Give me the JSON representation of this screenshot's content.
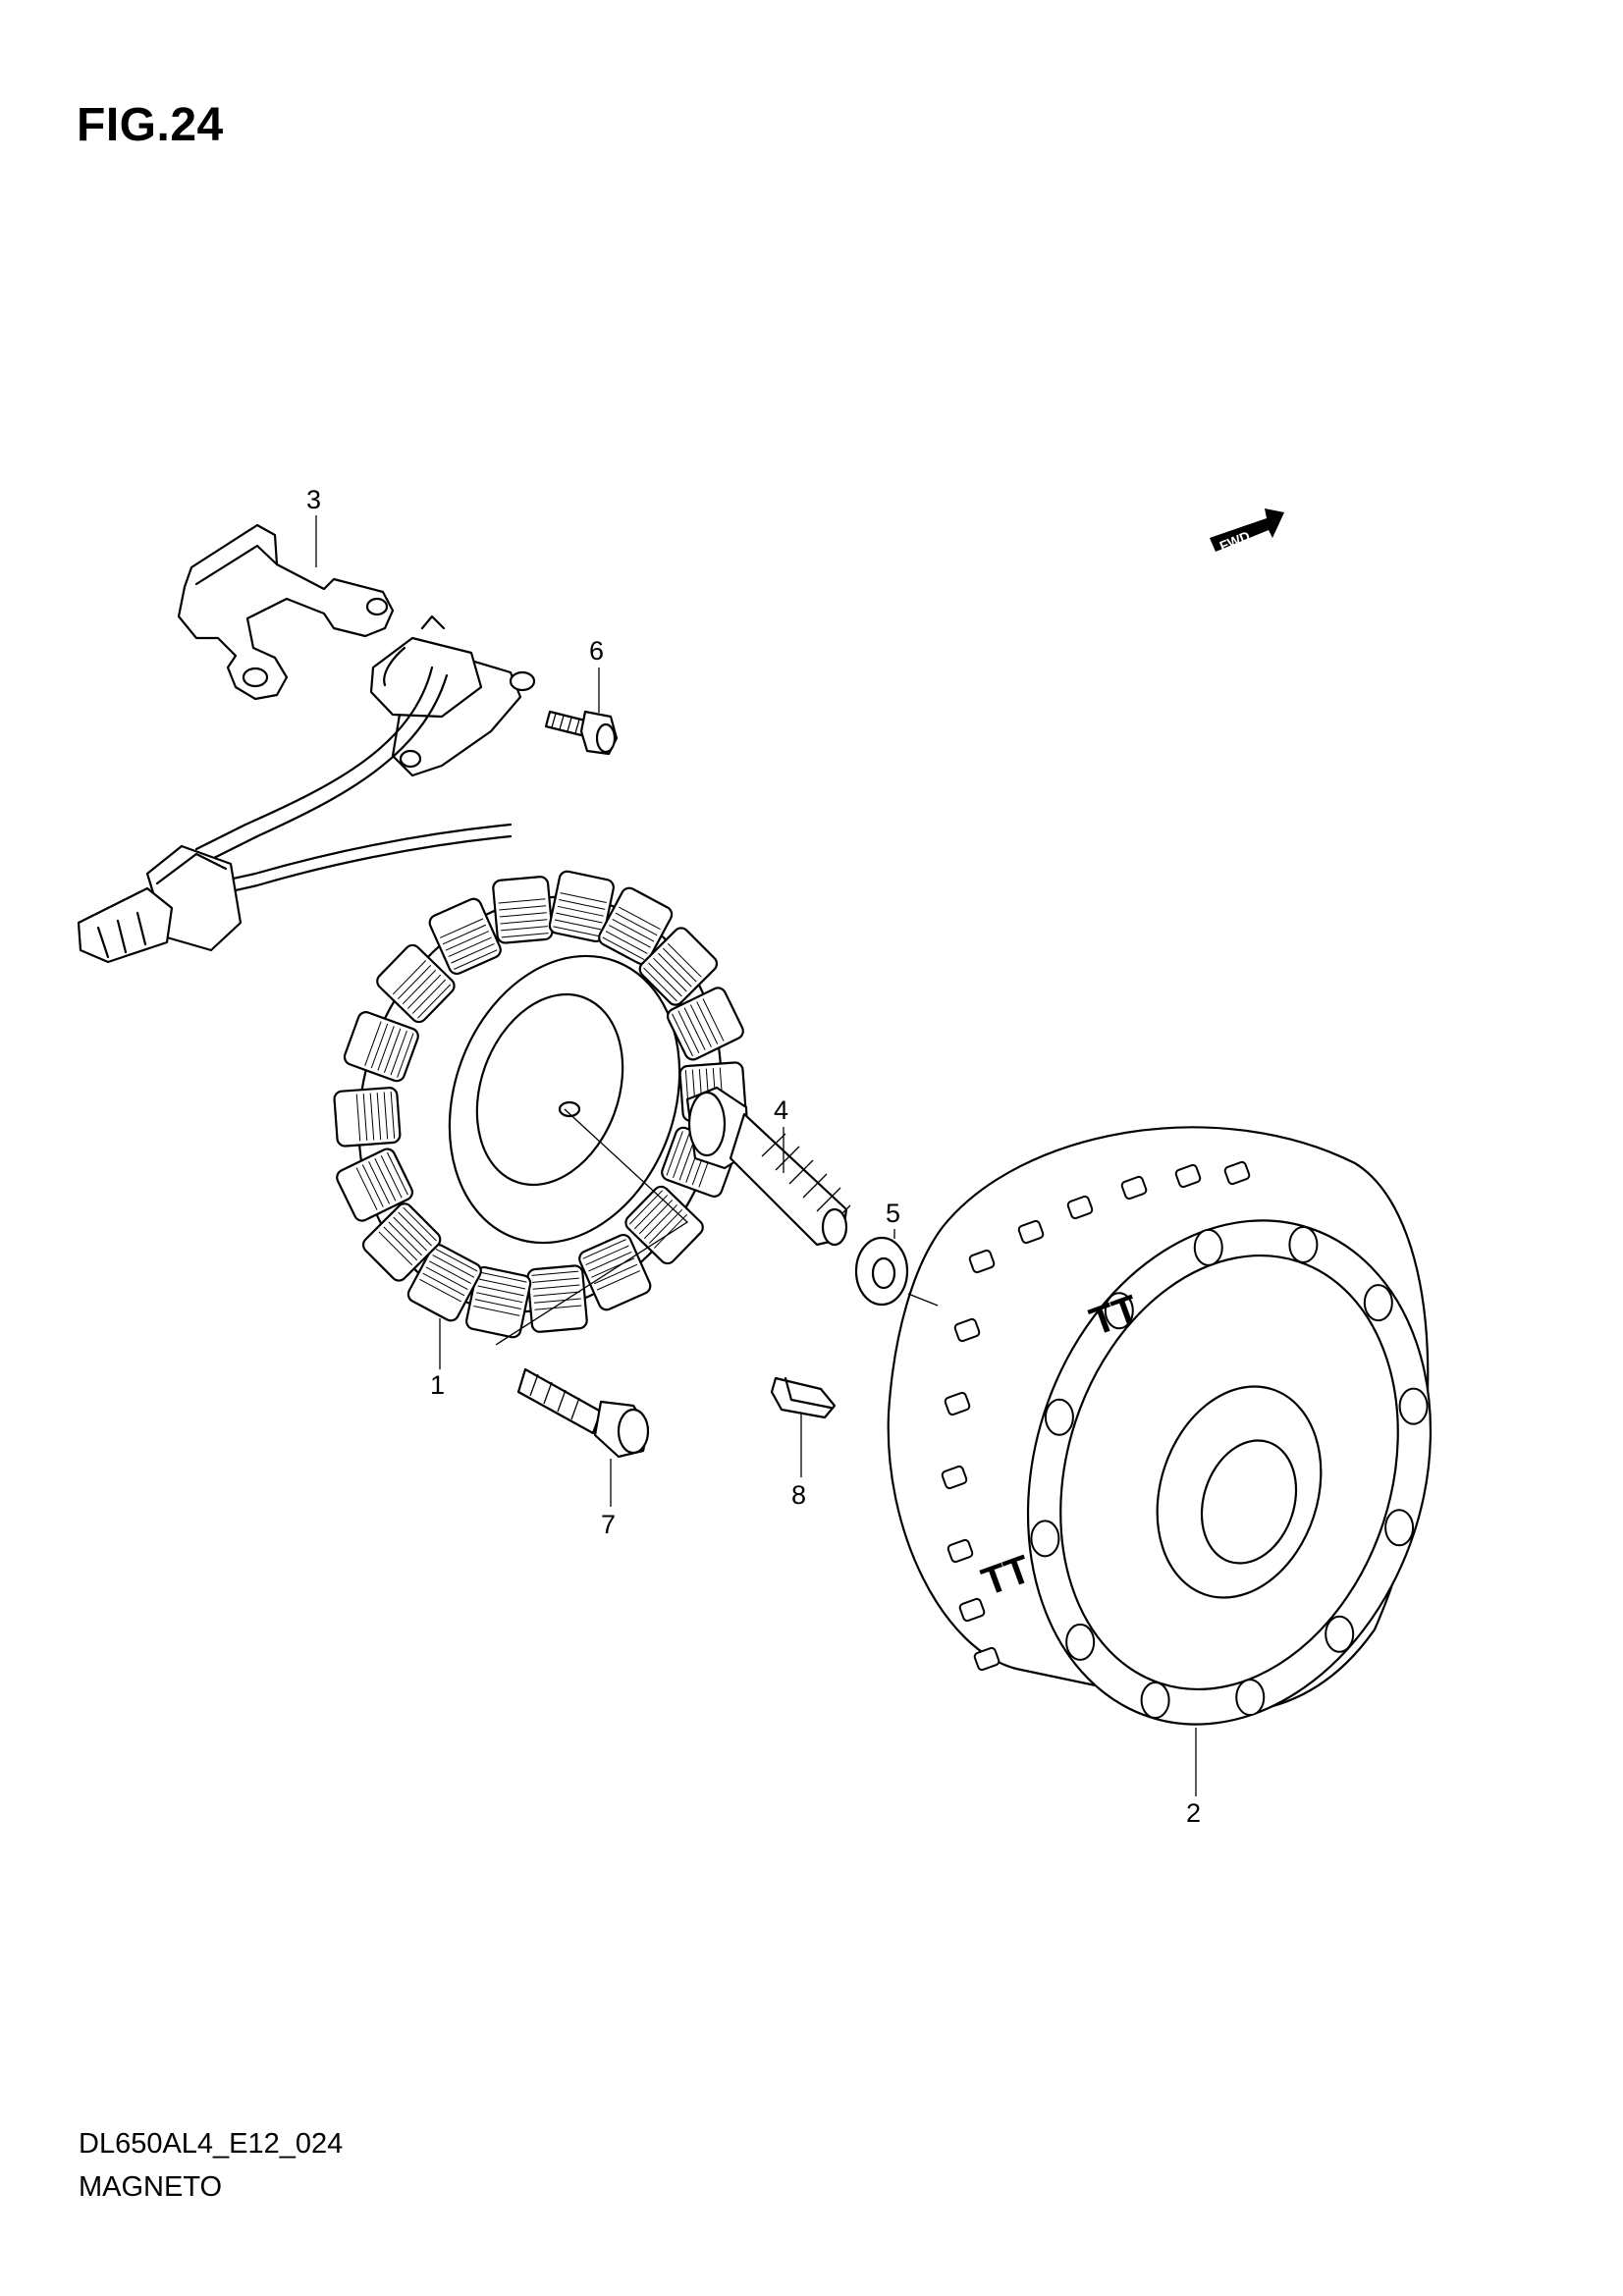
{
  "figure": {
    "title": "FIG.24"
  },
  "footer": {
    "code": "DL650AL4_E12_024",
    "name": "MAGNETO"
  },
  "direction_marker": {
    "label": "FWD"
  },
  "callouts": [
    {
      "id": "stator",
      "number": "1"
    },
    {
      "id": "rotor",
      "number": "2"
    },
    {
      "id": "bracket",
      "number": "3"
    },
    {
      "id": "rotor-bolt",
      "number": "4"
    },
    {
      "id": "washer",
      "number": "5"
    },
    {
      "id": "bracket-screw",
      "number": "6"
    },
    {
      "id": "stator-screw",
      "number": "7"
    },
    {
      "id": "key",
      "number": "8"
    }
  ],
  "rotor_stamp": {
    "text": "TT"
  }
}
